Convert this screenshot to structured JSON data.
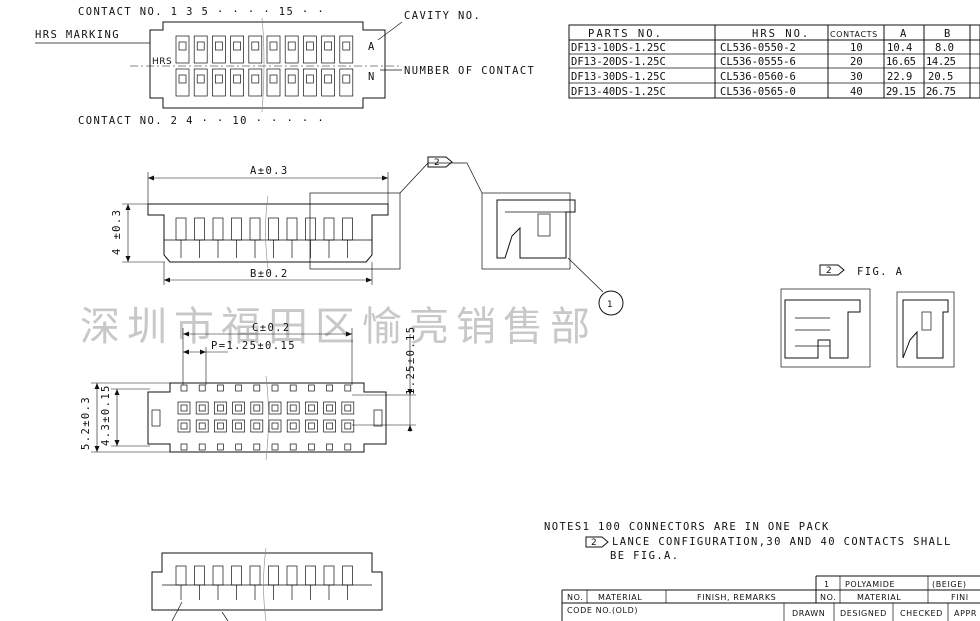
{
  "top_view": {
    "contact_row1": "CONTACT NO. 1 3 5 · · · · 15 · ·",
    "contact_row2": "CONTACT NO. 2 4 · · 10 · · · · ·",
    "hrs_marking": "HRS MARKING",
    "cavity_no": "CAVITY NO.",
    "number_of_contact": "NUMBER OF CONTACT",
    "cavity_a": "A",
    "cavity_n": "N"
  },
  "parts_table": {
    "headers": [
      "PARTS NO.",
      "HRS NO.",
      "CONTACTS",
      "A",
      "B"
    ],
    "rows": [
      [
        "DF13-10DS-1.25C",
        "CL536-0550-2",
        "10",
        "10.4",
        "8.0"
      ],
      [
        "DF13-20DS-1.25C",
        "CL536-0555-6",
        "20",
        "16.65",
        "14.25"
      ],
      [
        "DF13-30DS-1.25C",
        "CL536-0560-6",
        "30",
        "22.9",
        "20.5"
      ],
      [
        "DF13-40DS-1.25C",
        "CL536-0565-0",
        "40",
        "29.15",
        "26.75"
      ]
    ]
  },
  "dimensions": {
    "a": "A±0.3",
    "b": "B±0.2",
    "height": "4 ±0.3",
    "c": "C±0.2",
    "pitch": "P=1.25±0.15",
    "row_pitch": "1.25±0.15",
    "width_outer": "5.2±0.3",
    "width_inner": "4.3±0.15"
  },
  "callouts": {
    "lance_flag": "2",
    "material_circle": "1",
    "fig_a": "FIG. A"
  },
  "watermark": "深圳市福田区愉亮销售部",
  "notes": {
    "line1": "NOTES1  100 CONNECTORS ARE IN ONE PACK",
    "line2": "LANCE CONFIGURATION,30 AND 40 CONTACTS SHALL",
    "line3": "BE FIG.A."
  },
  "title_block": {
    "item_no": "1",
    "material_value": "POLYAMIDE",
    "finish_value": "(BEIGE)",
    "col_no": "NO.",
    "col_material": "MATERIAL",
    "col_finish": "FINISH, REMARKS",
    "col_no2": "NO.",
    "col_material2": "MATERIAL",
    "col_fini": "FINI",
    "code_no": "CODE NO.(OLD)",
    "drawn": "DRAWN",
    "designed": "DESIGNED",
    "checked": "CHECKED",
    "approved": "APPR"
  }
}
